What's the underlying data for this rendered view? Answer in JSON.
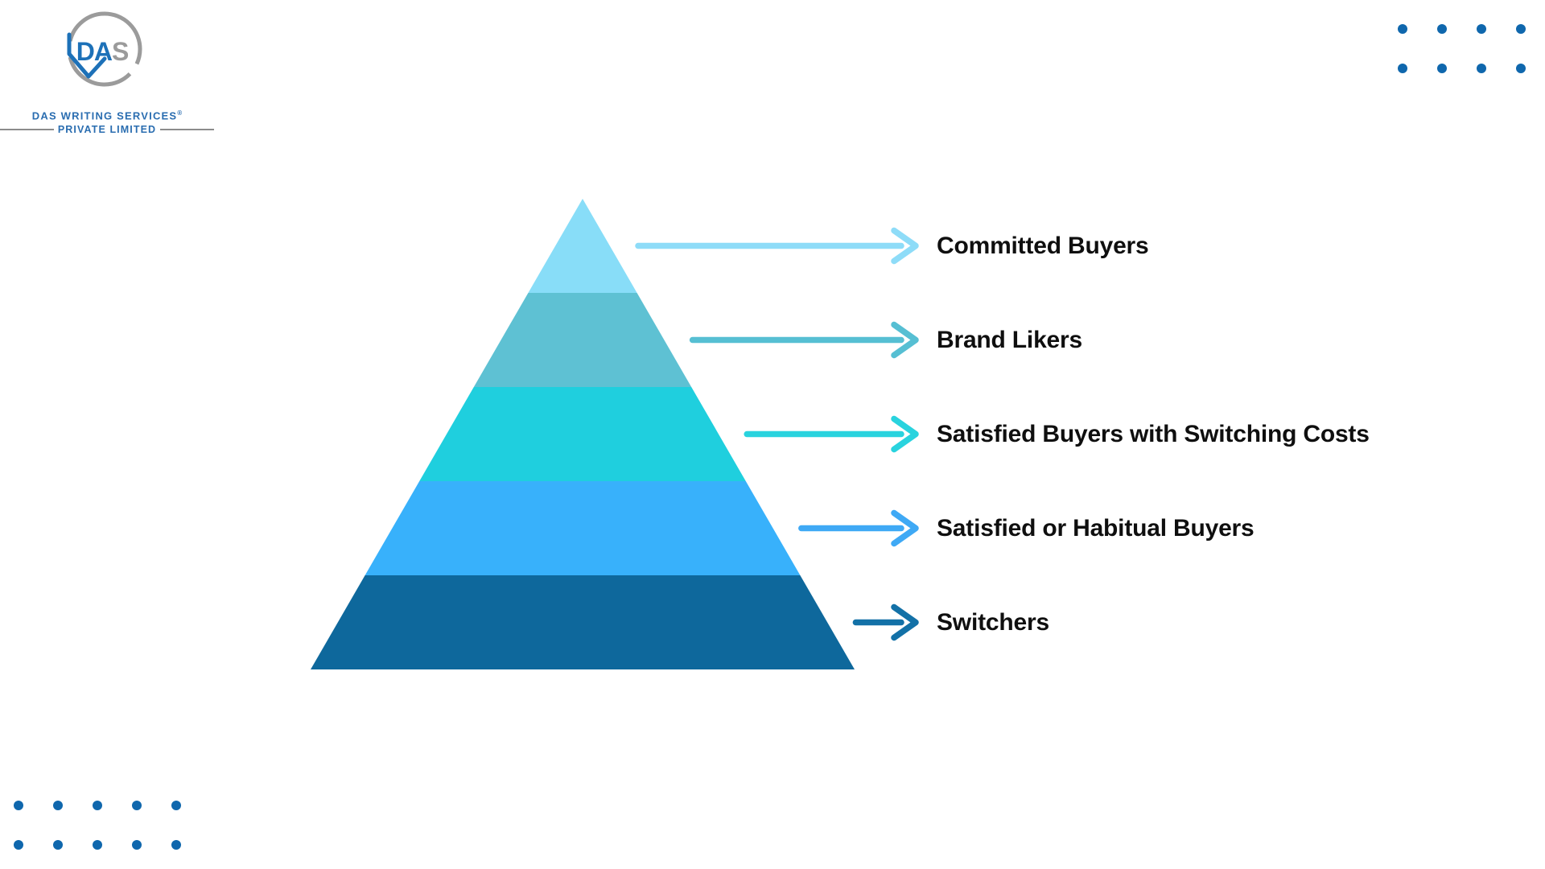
{
  "canvas": {
    "background": "#ffffff"
  },
  "logo": {
    "monogram_da": "DA",
    "monogram_s": "S",
    "line1": "DAS WRITING SERVICES",
    "registered": "®",
    "line2": "PRIVATE LIMITED",
    "monogram_blue": "#1d71b8",
    "wordmark_blue": "#2a6db0",
    "circle_gray": "#9b9b9b",
    "rule_gray": "#8c8c8c"
  },
  "decor": {
    "dot_color": "#0f67ad",
    "top_right_dots": {
      "rows": 2,
      "cols": 4
    },
    "bottom_left_dots": {
      "rows": 2,
      "cols": 5
    }
  },
  "chart_data": {
    "type": "pyramid",
    "levels": [
      {
        "label": "Committed Buyers",
        "fill": "#88ddf8",
        "arrow": "#8edcf8"
      },
      {
        "label": "Brand Likers",
        "fill": "#5ec1d3",
        "arrow": "#56bfd3"
      },
      {
        "label": "Satisfied Buyers with Switching Costs",
        "fill": "#1fcfde",
        "arrow": "#29d3de"
      },
      {
        "label": "Satisfied or Habitual Buyers",
        "fill": "#38b1fb",
        "arrow": "#3fa9f5"
      },
      {
        "label": "Switchers",
        "fill": "#0e689c",
        "arrow": "#1371a7"
      }
    ],
    "label_color": "#0f0f0f",
    "legend_position": "right",
    "grid": false
  }
}
